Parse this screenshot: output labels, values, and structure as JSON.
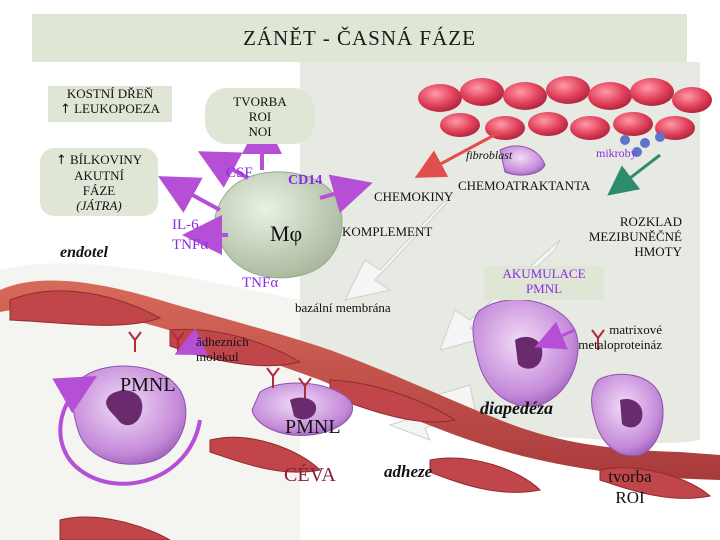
{
  "title": "ZÁNĚT  -  ČASNÁ  FÁZE",
  "boxes": {
    "bone_marrow": {
      "line1": "KOSTNÍ DŘEŇ",
      "arrow": "↑",
      "line2": "LEUKOPOEZA"
    },
    "roi": {
      "line1": "TVORBA",
      "line2": "ROI",
      "line3": "NOI"
    },
    "acute_phase": {
      "arrow": "↑",
      "line1": "BÍLKOVINY",
      "line2": "AKUTNÍ",
      "line3": "FÁZE",
      "line4": "(JÁTRA)"
    },
    "pmnl_accumulation": {
      "line1": "AKUMULACE",
      "line2": "PMNL"
    }
  },
  "labels": {
    "csf": "CSF",
    "cd14": "CD14",
    "fibroblast": "fibroblast",
    "microbes": "mikroby",
    "chemoattractants": "CHEMOATRAKTANTA",
    "chemokines": "CHEMOKINY",
    "il6": "IL-6",
    "tnfa_left": "TNFα",
    "macrophage": "Mφ",
    "complement": "KOMPLEMENT",
    "degradation_line1": "ROZKLAD",
    "degradation_line2": "MEZIBUNĚČNÉ",
    "degradation_line3": "HMOTY",
    "endothelium": "endotel",
    "tnfa_center": "TNFα",
    "basement_membrane": "bazální  membrána",
    "matrix_mp_line1": "matrixové",
    "matrix_mp_line2": "metaloproteináz",
    "adhesion_mol_line1": "âdhezních",
    "adhesion_mol_line2": "molekul",
    "pmnl_left": "PMNL",
    "diapedesis": "diapedéza",
    "pmnl_center": "PMNL",
    "vessel": "CÉVA",
    "adhesion": "adheze",
    "roi_bottom_line1": "tvorba",
    "roi_bottom_line2": "ROI"
  },
  "colors": {
    "title_bg": "#dfe6d6",
    "box_bg": "#dfe6d6",
    "tissue_bg": "#e7eae2",
    "purple_arrow": "#b44fd6",
    "red_cells": "#e1405a",
    "vessel_wall": "#c1464a",
    "neutrophil": "#c58ad9",
    "fibroblast_arrow": "#e24e4e",
    "microbe_arrow": "#2e8b6b",
    "microbe": "#5f74c9",
    "label_purple": "#8a2be2"
  }
}
